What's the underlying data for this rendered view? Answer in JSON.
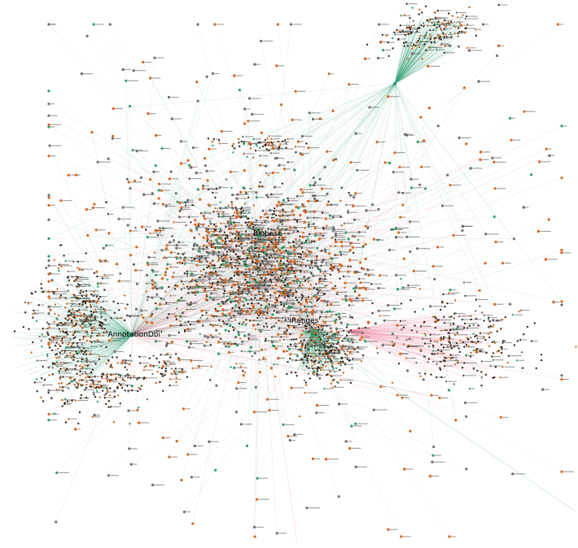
{
  "graph": {
    "hubs": [
      {
        "id": "biobase",
        "label": "Biobase"
      },
      {
        "id": "annotationdbi",
        "label": "'AnnotationDbi'"
      },
      {
        "id": "iranges",
        "label": "'IRanges'"
      }
    ],
    "colors": {
      "background": "#ffffff",
      "edge_pink": "#f08aa0",
      "edge_green": "#3aa37a",
      "node_orange": "#d9651c",
      "node_gray": "#6f6f6f",
      "node_green": "#2e9e68",
      "dense_core": "#3b2618",
      "hub_label": "#000000"
    },
    "layout_type": "force-directed dependency network"
  }
}
